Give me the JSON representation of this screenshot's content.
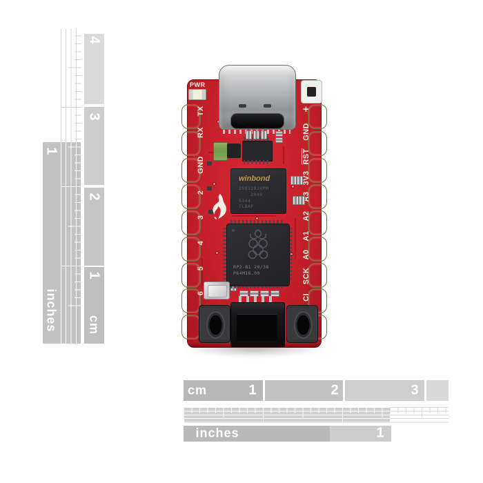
{
  "product": {
    "description": "SparkFun Pro Micro RP2040 development board photographed on white with cm/inch scale rulers"
  },
  "colors": {
    "board_red": "#c6202a",
    "pad_gold": "#c2a368",
    "chip_dark": "#2b2b2e",
    "silk_white": "#f7efe4",
    "ruler_gray_dark": "#b7b7b7",
    "ruler_gray_mid": "#c2c2c2",
    "ruler_gray_light": "#cecece",
    "ruler_gray_lighter": "#d9d9d9"
  },
  "board": {
    "top_label": "PWR",
    "plus_label": "+",
    "left_pins": [
      "TX",
      "RX",
      "GND",
      "2",
      "3",
      "4",
      "5",
      "6"
    ],
    "right_pins": [
      "GND",
      "RST",
      "3V3",
      "A3",
      "A2",
      "A1",
      "A0",
      "SCK",
      "CI"
    ],
    "flash_chip": {
      "brand": "winbond",
      "line1": "25Q128JVPM",
      "line2": "2049",
      "line3": "5344",
      "line4": "TLBAF"
    },
    "mcu_chip": {
      "line1": "RP2-B1  20/38",
      "line2": "P64M16.00"
    }
  },
  "rulers": {
    "vertical": {
      "cm_label": "cm",
      "inches_label": "inches",
      "cm_numbers": [
        "4",
        "3",
        "2",
        "1"
      ],
      "inch_number": "1"
    },
    "horizontal": {
      "cm_label": "cm",
      "inches_label": "inches",
      "cm_numbers": [
        "1",
        "2",
        "3"
      ],
      "inch_number": "1"
    }
  }
}
